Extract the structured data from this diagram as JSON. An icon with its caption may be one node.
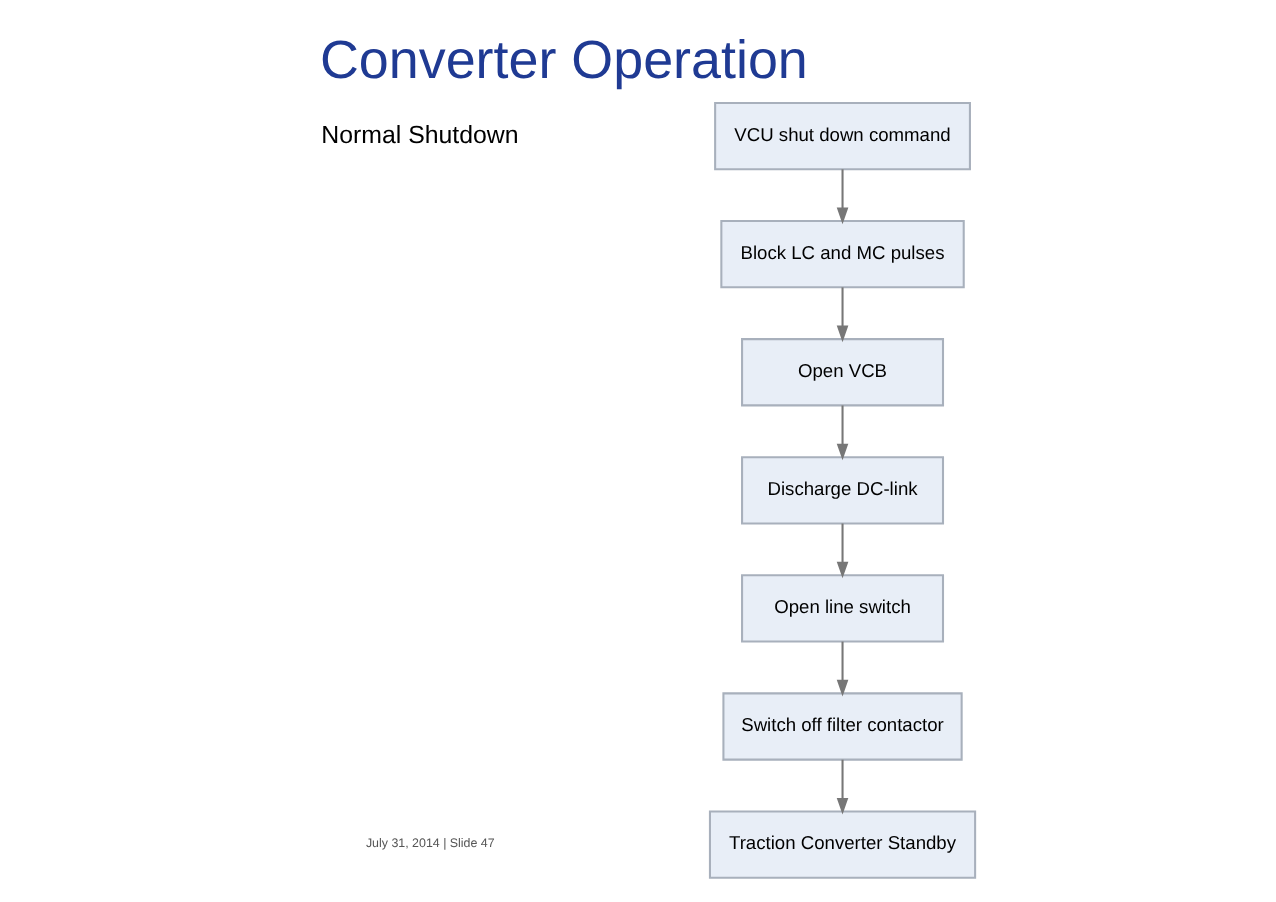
{
  "diagram": {
    "title": "Converter Operation",
    "nodes": [
      {
        "text": [
          "VCU shut down command"
        ]
      },
      {
        "text": [
          "Block LC and MC pulses"
        ]
      },
      {
        "text": [
          "Open VCB"
        ]
      },
      {
        "text": [
          "Discharge DC-link"
        ]
      },
      {
        "text": [
          "Open line switch"
        ]
      },
      {
        "text": [
          "Switch off filter contactor"
        ]
      },
      {
        "text": [
          "Traction Converter Standby"
        ]
      }
    ],
    "edges": [
      {
        "from": 0,
        "to": 1,
        "arrow": "to"
      },
      {
        "from": 1,
        "to": 2,
        "arrow": "to"
      },
      {
        "from": 2,
        "to": 3,
        "arrow": "to"
      },
      {
        "from": 3,
        "to": 4,
        "arrow": "to"
      },
      {
        "from": 4,
        "to": 5,
        "arrow": "to"
      },
      {
        "from": 5,
        "to": 6,
        "arrow": "to"
      }
    ],
    "labels": [
      "Normal Shutdown",
      "July 31, 2014 | Slide 47"
    ]
  }
}
